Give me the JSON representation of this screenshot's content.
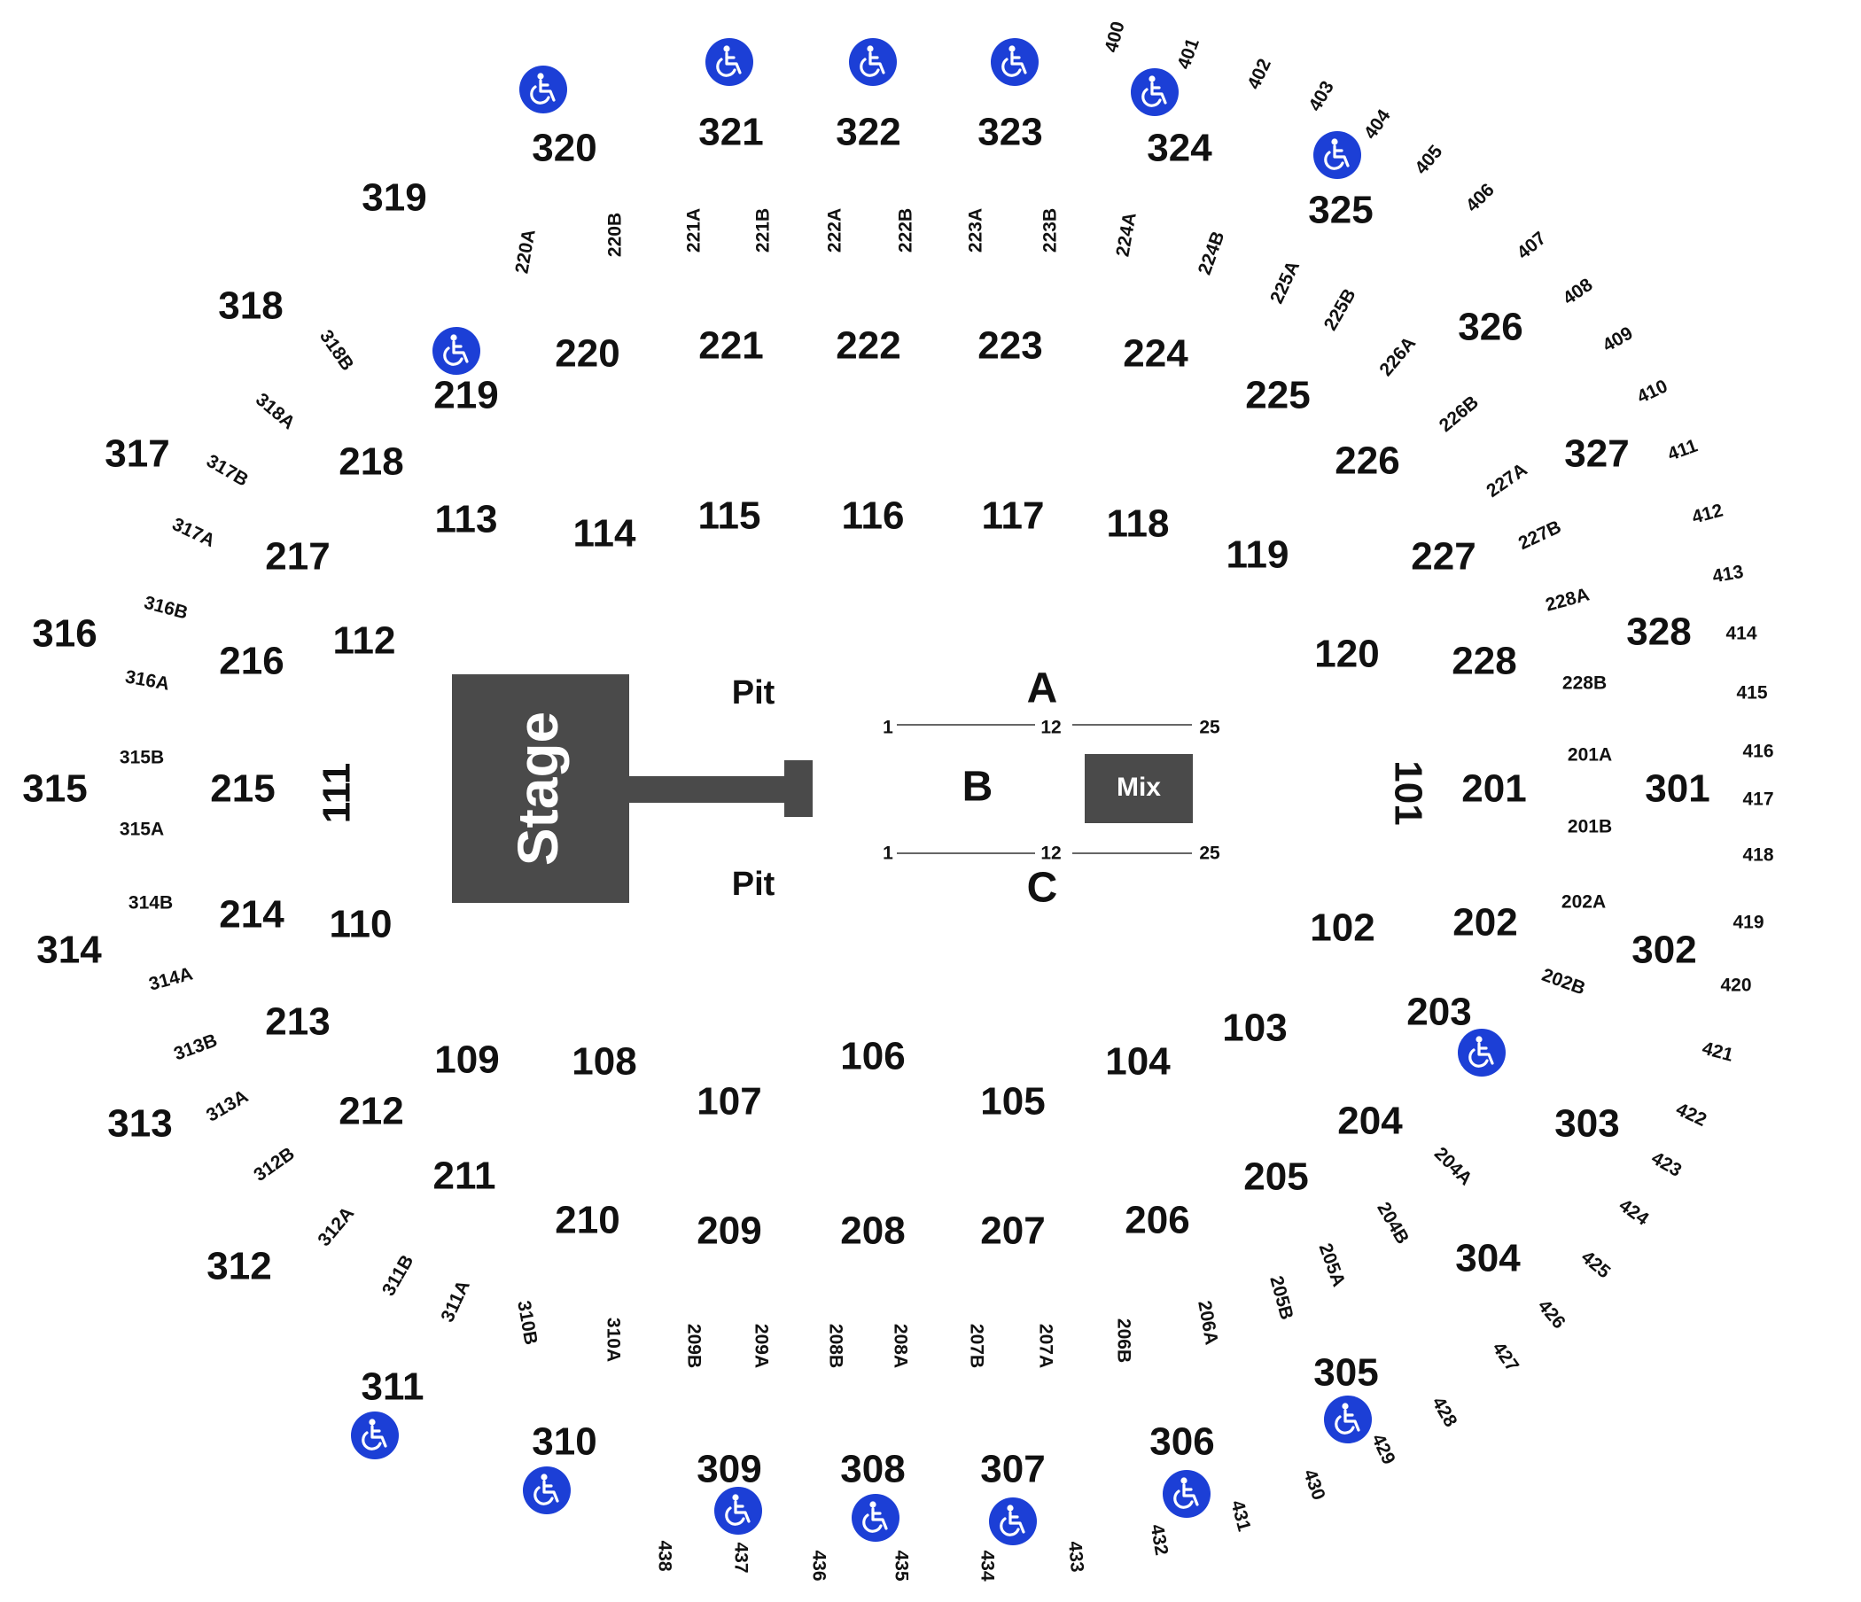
{
  "floor": {
    "stage_label": "Stage",
    "mix_label": "Mix",
    "pit_top": "Pit",
    "pit_bottom": "Pit",
    "rows": [
      {
        "letter": "A",
        "seats": [
          "1",
          "12",
          "25"
        ]
      },
      {
        "letter": "B",
        "seats": []
      },
      {
        "letter": "C",
        "seats": [
          "1",
          "12",
          "25"
        ]
      }
    ]
  },
  "colors": {
    "stage": "#4a4a4a",
    "mix": "#4a4a4a",
    "accessible_icon": "#1c3fd6",
    "text": "#111111"
  },
  "sections": [
    {
      "id": "101"
    },
    {
      "id": "102"
    },
    {
      "id": "103"
    },
    {
      "id": "104"
    },
    {
      "id": "105"
    },
    {
      "id": "106"
    },
    {
      "id": "107"
    },
    {
      "id": "108"
    },
    {
      "id": "109"
    },
    {
      "id": "110"
    },
    {
      "id": "111"
    },
    {
      "id": "112"
    },
    {
      "id": "113"
    },
    {
      "id": "114"
    },
    {
      "id": "115"
    },
    {
      "id": "116"
    },
    {
      "id": "117"
    },
    {
      "id": "118"
    },
    {
      "id": "119"
    },
    {
      "id": "120"
    },
    {
      "id": "201"
    },
    {
      "id": "202"
    },
    {
      "id": "203"
    },
    {
      "id": "204"
    },
    {
      "id": "205"
    },
    {
      "id": "206"
    },
    {
      "id": "207"
    },
    {
      "id": "208"
    },
    {
      "id": "209"
    },
    {
      "id": "210"
    },
    {
      "id": "211"
    },
    {
      "id": "212"
    },
    {
      "id": "213"
    },
    {
      "id": "214"
    },
    {
      "id": "215"
    },
    {
      "id": "216"
    },
    {
      "id": "217"
    },
    {
      "id": "218"
    },
    {
      "id": "219"
    },
    {
      "id": "220"
    },
    {
      "id": "221"
    },
    {
      "id": "222"
    },
    {
      "id": "223"
    },
    {
      "id": "224"
    },
    {
      "id": "225"
    },
    {
      "id": "226"
    },
    {
      "id": "227"
    },
    {
      "id": "228"
    },
    {
      "id": "301"
    },
    {
      "id": "302"
    },
    {
      "id": "303"
    },
    {
      "id": "304"
    },
    {
      "id": "305"
    },
    {
      "id": "306"
    },
    {
      "id": "307"
    },
    {
      "id": "308"
    },
    {
      "id": "309"
    },
    {
      "id": "310"
    },
    {
      "id": "311"
    },
    {
      "id": "312"
    },
    {
      "id": "313"
    },
    {
      "id": "314"
    },
    {
      "id": "315"
    },
    {
      "id": "316"
    },
    {
      "id": "317"
    },
    {
      "id": "318"
    },
    {
      "id": "319"
    },
    {
      "id": "320"
    },
    {
      "id": "321"
    },
    {
      "id": "322"
    },
    {
      "id": "323"
    },
    {
      "id": "324"
    },
    {
      "id": "325"
    },
    {
      "id": "326"
    },
    {
      "id": "327"
    },
    {
      "id": "328"
    }
  ],
  "subsections": [
    "201A",
    "201B",
    "202A",
    "202B",
    "204A",
    "204B",
    "205A",
    "205B",
    "206A",
    "206B",
    "207A",
    "207B",
    "208A",
    "208B",
    "209A",
    "209B",
    "310A",
    "310B",
    "311A",
    "311B",
    "312A",
    "312B",
    "313A",
    "313B",
    "314A",
    "314B",
    "315A",
    "315B",
    "316A",
    "316B",
    "317A",
    "317B",
    "318A",
    "318B",
    "220A",
    "220B",
    "221A",
    "221B",
    "222A",
    "222B",
    "223A",
    "223B",
    "224A",
    "224B",
    "225A",
    "225B",
    "226A",
    "226B",
    "227A",
    "227B",
    "228A",
    "228B"
  ],
  "upper_sections": [
    "400",
    "401",
    "402",
    "403",
    "404",
    "405",
    "406",
    "407",
    "408",
    "409",
    "410",
    "411",
    "412",
    "413",
    "414",
    "415",
    "416",
    "417",
    "418",
    "419",
    "420",
    "421",
    "422",
    "423",
    "424",
    "425",
    "426",
    "427",
    "428",
    "429",
    "430",
    "431",
    "432",
    "433",
    "434",
    "435",
    "436",
    "437",
    "438"
  ],
  "accessible_icon_name": "wheelchair-icon"
}
